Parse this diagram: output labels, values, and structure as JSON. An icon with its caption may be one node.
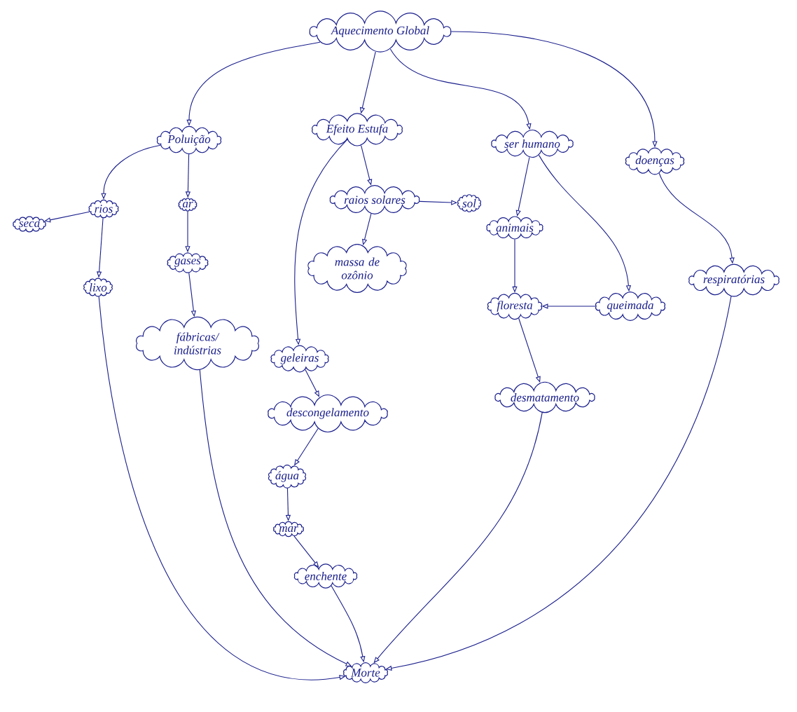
{
  "diagram": {
    "nodes": [
      {
        "text": [
          "Aquecimento Global"
        ]
      },
      {
        "text": [
          "Poluição"
        ]
      },
      {
        "text": [
          "Efeito Estufa"
        ]
      },
      {
        "text": [
          "ser humano"
        ]
      },
      {
        "text": [
          "doenças"
        ]
      },
      {
        "text": [
          "seca"
        ]
      },
      {
        "text": [
          "rios"
        ]
      },
      {
        "text": [
          "ar"
        ]
      },
      {
        "text": [
          "gases"
        ]
      },
      {
        "text": [
          "lixo"
        ]
      },
      {
        "text": [
          "fábricas/ indústrias"
        ]
      },
      {
        "text": [
          "raios solares"
        ]
      },
      {
        "text": [
          "sol"
        ]
      },
      {
        "text": [
          "massa de ozônio"
        ]
      },
      {
        "text": [
          "animais"
        ]
      },
      {
        "text": [
          "floresta"
        ]
      },
      {
        "text": [
          "queimada"
        ]
      },
      {
        "text": [
          "respiratórias"
        ]
      },
      {
        "text": [
          "geleiras"
        ]
      },
      {
        "text": [
          "descongelamento"
        ]
      },
      {
        "text": [
          "água"
        ]
      },
      {
        "text": [
          "mar"
        ]
      },
      {
        "text": [
          "enchente"
        ]
      },
      {
        "text": [
          "desmatamento"
        ]
      },
      {
        "text": [
          "Morte"
        ]
      }
    ],
    "edges": [
      {
        "from": 0,
        "to": 1,
        "arrow": "to"
      },
      {
        "from": 0,
        "to": 2,
        "arrow": "to"
      },
      {
        "from": 0,
        "to": 3,
        "arrow": "to"
      },
      {
        "from": 0,
        "to": 4,
        "arrow": "to"
      },
      {
        "from": 1,
        "to": 6,
        "arrow": "to"
      },
      {
        "from": 1,
        "to": 7,
        "arrow": "to"
      },
      {
        "from": 6,
        "to": 5,
        "arrow": "to"
      },
      {
        "from": 6,
        "to": 9,
        "arrow": "to"
      },
      {
        "from": 7,
        "to": 8,
        "arrow": "to"
      },
      {
        "from": 8,
        "to": 10,
        "arrow": "to"
      },
      {
        "from": 2,
        "to": 11,
        "arrow": "to"
      },
      {
        "from": 11,
        "to": 12,
        "arrow": "to"
      },
      {
        "from": 11,
        "to": 13,
        "arrow": "to"
      },
      {
        "from": 2,
        "to": 18,
        "arrow": "to"
      },
      {
        "from": 18,
        "to": 19,
        "arrow": "to"
      },
      {
        "from": 19,
        "to": 20,
        "arrow": "to"
      },
      {
        "from": 20,
        "to": 21,
        "arrow": "to"
      },
      {
        "from": 21,
        "to": 22,
        "arrow": "to"
      },
      {
        "from": 3,
        "to": 14,
        "arrow": "to"
      },
      {
        "from": 3,
        "to": 16,
        "arrow": "to"
      },
      {
        "from": 14,
        "to": 15,
        "arrow": "to"
      },
      {
        "from": 16,
        "to": 15,
        "arrow": "to"
      },
      {
        "from": 15,
        "to": 23,
        "arrow": "to"
      },
      {
        "from": 4,
        "to": 17,
        "arrow": "to"
      },
      {
        "from": 9,
        "to": 24,
        "arrow": "to"
      },
      {
        "from": 10,
        "to": 24,
        "arrow": "to"
      },
      {
        "from": 22,
        "to": 24,
        "arrow": "to"
      },
      {
        "from": 23,
        "to": 24,
        "arrow": "to"
      },
      {
        "from": 17,
        "to": 24,
        "arrow": "to"
      }
    ]
  }
}
